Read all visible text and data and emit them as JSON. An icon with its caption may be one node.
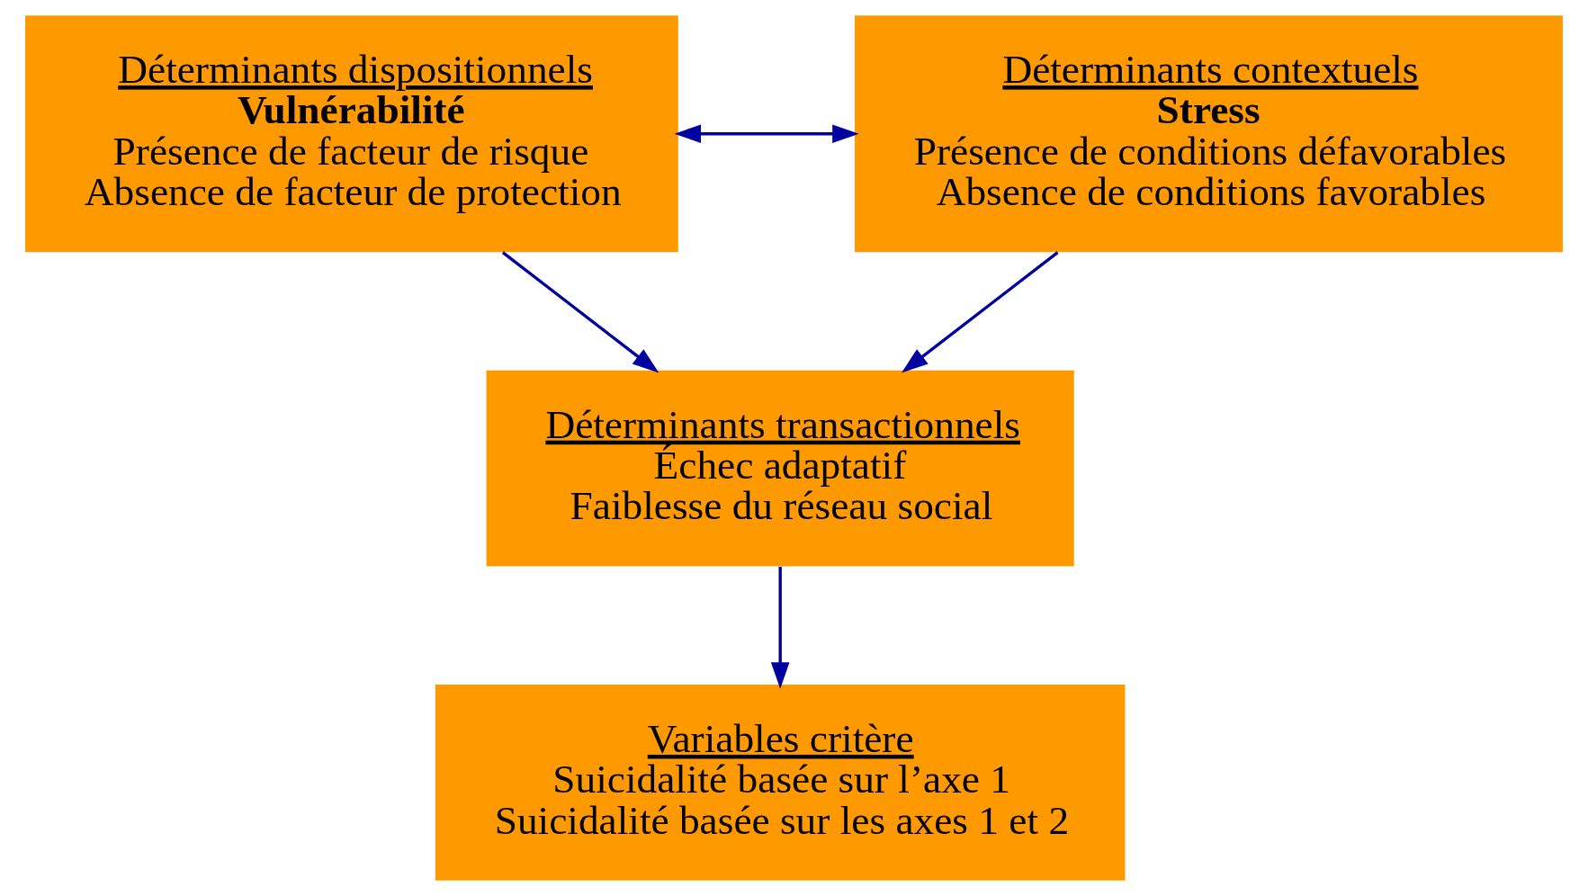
{
  "diagram": {
    "nodes": [
      {
        "text": [
          "Déterminants dispositionnels",
          "Vulnérabilité",
          "Présence de facteur de risque",
          "Absence de facteur de protection"
        ]
      },
      {
        "text": [
          "Déterminants contextuels",
          "Stress",
          "Présence de conditions défavorables",
          "Absence de conditions favorables"
        ]
      },
      {
        "text": [
          "Déterminants transactionnels",
          "Échec adaptatif",
          "Faiblesse du réseau social"
        ]
      },
      {
        "text": [
          "Variables critère",
          "Suicidalité basée sur l’axe 1",
          "Suicidalité basée sur les axes 1 et 2"
        ]
      }
    ],
    "edges": [
      {
        "from": 0,
        "to": 1,
        "arrow": "both"
      },
      {
        "from": 0,
        "to": 2,
        "arrow": "to"
      },
      {
        "from": 1,
        "to": 2,
        "arrow": "to"
      },
      {
        "from": 2,
        "to": 3,
        "arrow": "to"
      }
    ]
  }
}
